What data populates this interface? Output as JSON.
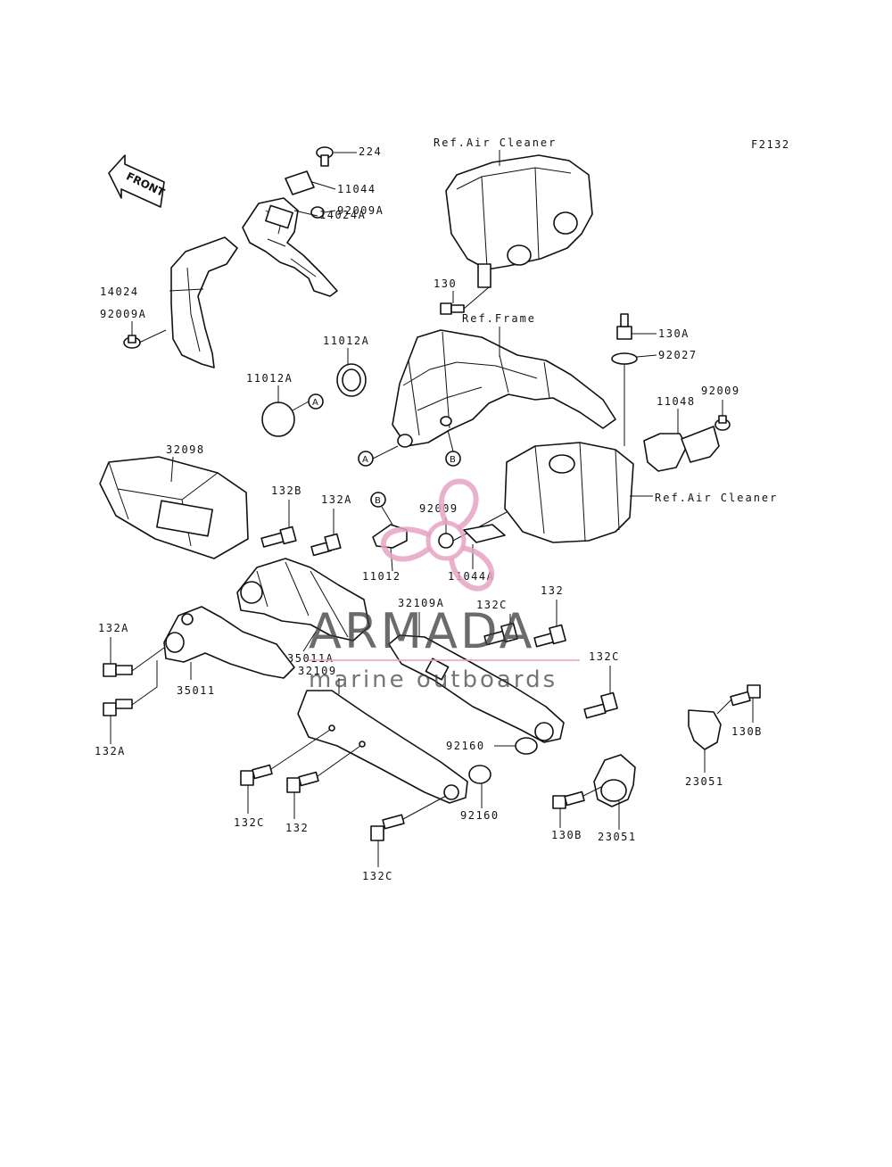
{
  "figure_code": "F2132",
  "front_label": "FRONT",
  "refs": {
    "air_cleaner_top": "Ref.Air Cleaner",
    "frame": "Ref.Frame",
    "air_cleaner_right": "Ref.Air Cleaner"
  },
  "circle_markers": {
    "a": "A",
    "b": "B"
  },
  "parts": {
    "p224": "224",
    "p11044": "11044",
    "p14024a": "14024A",
    "p92009a_top": "92009A",
    "p14024": "14024",
    "p92009a_left": "92009A",
    "p130_top": "130",
    "p130a": "130A",
    "p92027": "92027",
    "p11012a_upper": "11012A",
    "p11012a_lower": "11012A",
    "p11048": "11048",
    "p92009_right": "92009",
    "p32098": "32098",
    "p132b": "132B",
    "p132a_mid": "132A",
    "p92009_mid": "92009",
    "p11012": "11012",
    "p11044a": "11044A",
    "p32109a": "32109A",
    "p132c_a": "132C",
    "p132_top": "132",
    "p132a_left_top": "132A",
    "p35011a": "35011A",
    "p35011": "35011",
    "p32109": "32109",
    "p132c_b": "132C",
    "p132a_left_bottom": "132A",
    "p92160_upper": "92160",
    "p130b_right": "130B",
    "p23051_right": "23051",
    "p132c_c": "132C",
    "p132_bottom": "132",
    "p92160_lower": "92160",
    "p130b_mid": "130B",
    "p23051_mid": "23051",
    "p132c_d": "132C"
  },
  "watermark": {
    "brand": "ARMADA",
    "tagline": "marine outboards",
    "logo_color": "#e6a3c4",
    "text_color": "#3a3a3a"
  }
}
